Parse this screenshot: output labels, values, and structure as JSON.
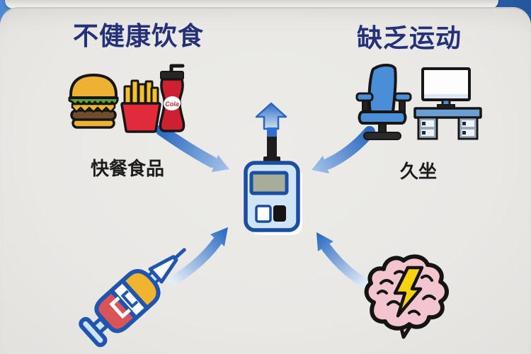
{
  "diagram": {
    "sections": {
      "top_left": {
        "title": "不健康饮食",
        "caption": "快餐食品",
        "icons": [
          "hamburger-icon",
          "french-fries-icon",
          "cola-cup-icon"
        ]
      },
      "top_right": {
        "title": "缺乏运动",
        "caption": "久坐",
        "icons": [
          "office-chair-icon",
          "desktop-computer-icon"
        ]
      },
      "bottom_left": {
        "icons": [
          "insulin-syringe-icon"
        ]
      },
      "bottom_right": {
        "icons": [
          "stressed-brain-icon",
          "lightning-bolt-icon"
        ]
      },
      "center": {
        "icons": [
          "glucose-meter-icon",
          "up-arrow-icon"
        ]
      }
    },
    "arrows": [
      "up-arrow-icon",
      "arrow-from-fastfood-icon",
      "arrow-from-chair-icon",
      "arrow-from-syringe-icon",
      "arrow-from-brain-icon"
    ],
    "cola_logo_text": "Cola"
  },
  "colors": {
    "title_navy": "#243178",
    "caption_black": "#1c1c1c",
    "panel_gray": "#e9e8e5",
    "card_white": "#f6f5f2",
    "bg_blue_left": "#4d88d4",
    "bg_blue_right": "#1d4c8f",
    "arrow_dark_blue": "#2b68be",
    "arrow_light_blue": "#a6c3e8",
    "meter_body_blue": "#cfe4f4",
    "meter_border_navy": "#1d4da0",
    "meter_screen_gray_green": "#a8ad9a",
    "strip_black": "#1c1c1c",
    "strip_tip_blue": "#2f6fd0",
    "chair_blue": "#4a8ed8",
    "desk_blue": "#6b9fd4",
    "drawer_light_blue": "#b9d3ea",
    "fastfood_red": "#e22b3a",
    "cola_red": "#cd2131",
    "fries_yellow": "#f3c12f",
    "bun_gold": "#edb233",
    "lettuce_green": "#57a33e",
    "patty_brown": "#6f4e2f",
    "brain_pink": "#f3c5ce",
    "lightning_yellow": "#f8d312",
    "syringe_outline_blue": "#1f55ae",
    "syringe_red": "#d95459",
    "outline_black": "#161616"
  }
}
